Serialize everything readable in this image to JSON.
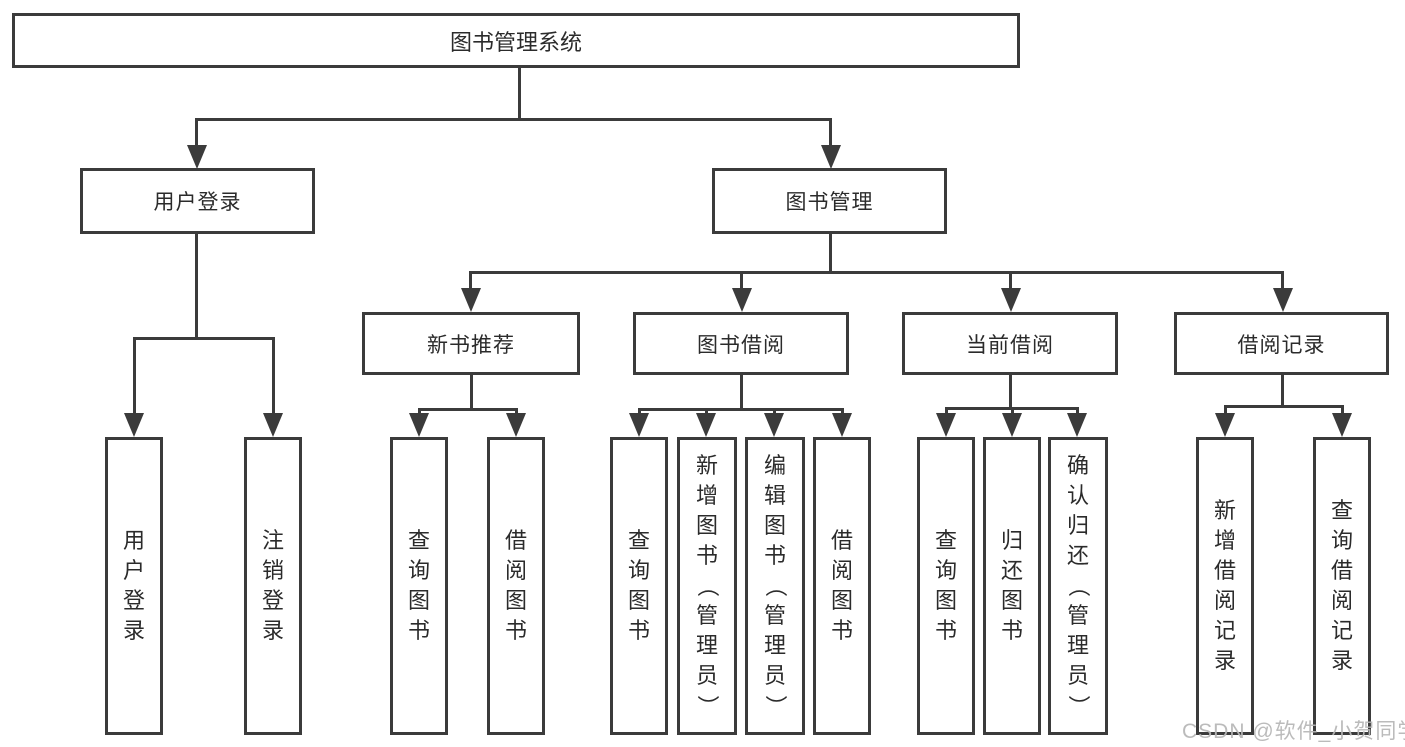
{
  "diagram": {
    "title": "图书管理系统",
    "level2": [
      {
        "label": "用户登录"
      },
      {
        "label": "图书管理"
      }
    ],
    "level3": [
      {
        "label": "新书推荐"
      },
      {
        "label": "图书借阅"
      },
      {
        "label": "当前借阅"
      },
      {
        "label": "借阅记录"
      }
    ],
    "leaves": {
      "user": [
        "用户登录",
        "注销登录"
      ],
      "recommend": [
        "查询图书",
        "借阅图书"
      ],
      "borrow": [
        "查询图书",
        "新增图书（管理员）",
        "编辑图书（管理员）",
        "借阅图书"
      ],
      "current": [
        "查询图书",
        "归还图书",
        "确认归还（管理员）"
      ],
      "records": [
        "新增借阅记录",
        "查询借阅记录"
      ]
    }
  },
  "watermark": {
    "text": "CSDN @软件_小贺同学"
  },
  "colors": {
    "line": "#3b3b3b",
    "text": "#2b2b2b",
    "background": "#ffffff",
    "watermark": "#b8b8b8"
  }
}
